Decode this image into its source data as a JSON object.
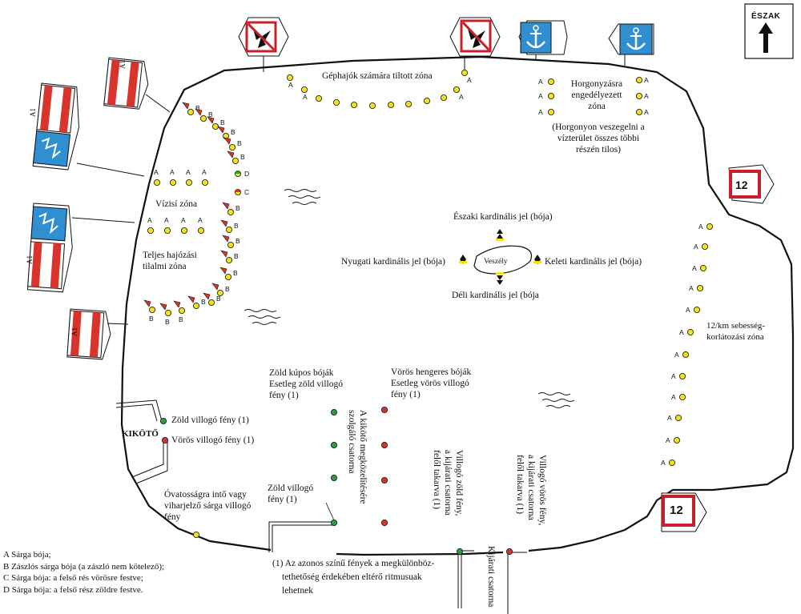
{
  "compass": {
    "label": "ÉSZAK"
  },
  "zones": {
    "motor_ban": "Géphajók számára tiltott zóna",
    "anchor_l1": "Horgonyzásra",
    "anchor_l2": "engedélyezett",
    "anchor_l3": "zóna",
    "anchor_n1": "(Horgonyon veszegelni a",
    "anchor_n2": "vízterület összes többi",
    "anchor_n3": "részén tilos)",
    "waterski": "Vízisí zóna",
    "noboat_l1": "Teljes hajózási",
    "noboat_l2": "tilalmi zóna",
    "speed_l1": "12/km sebesség-",
    "speed_l2": "korlátozási zóna"
  },
  "cardinal": {
    "north": "Északi kardinális jel (bója)",
    "west": "Nyugati kardinális jel (bója)",
    "east": "Keleti kardinális jel (bója)",
    "south": "Déli kardinális jel (bója",
    "danger": "Veszély"
  },
  "harbour": {
    "name": "KIKÖTŐ",
    "green_light": "Zöld villogó fény (1)",
    "red_light": "Vörös villogó fény (1)",
    "storm_l1": "Óvatosságra intő vagy",
    "storm_l2": "viharjelző sárga villogó",
    "storm_l3": "fény",
    "green_light2_l1": "Zöld villogó",
    "green_light2_l2": "fény (1)"
  },
  "channel": {
    "green_cones_l1": "Zöld kúpos bóják",
    "green_cones_l2": "Esetleg zöld villogó",
    "green_cones_l3": "fény (1)",
    "red_cyl_l1": "Vörös hengeres bóják",
    "red_cyl_l2": "Esetleg vörös villogó",
    "red_cyl_l3": "fény (1)",
    "approach_l1": "A kikötő megközelítésére",
    "approach_l2": "szolgáló csatorna",
    "green_cov_l1": "Villogó zöld fény,",
    "green_cov_l2": "a kijárati csatorna",
    "green_cov_l3": "felől takarva (1)",
    "red_cov_l1": "Villogó vörös fény,",
    "red_cov_l2": "a kijárati csatorna",
    "red_cov_l3": "felől takarva (1)",
    "exit": "Kijárati csatorna"
  },
  "footnote": {
    "l1": "(1) Az azonos színű fények a megkülönböz-",
    "l2": "tethetőség érdekében eltérő ritmusuak",
    "l3": "lehetnek"
  },
  "signs": {
    "a1": "A1",
    "speed": "12"
  },
  "buoys": {
    "a": "A",
    "b": "B",
    "c": "C",
    "d": "D"
  },
  "legend": {
    "a": "A  Sárga bója;",
    "b": "B  Zászlós sárga bója (a zászló nem kötelező);",
    "c": "C  Sárga bója: a felső rés vörösre festve;",
    "d": "D  Sárga bója: a felső rész zöldre festve."
  },
  "colors": {
    "yellow": "#f2e21c",
    "red": "#d8342c",
    "green": "#2e9e3c",
    "blue_sign": "#2f8fd0",
    "sign_red": "#c8202a"
  }
}
